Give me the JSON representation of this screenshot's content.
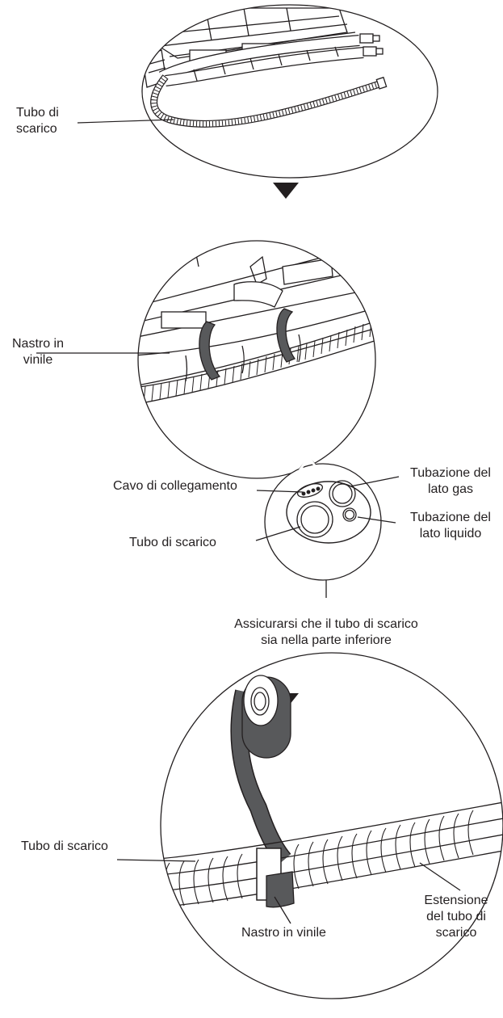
{
  "step1": {
    "drain_label_line1": "Tubo di",
    "drain_label_line2": "scarico"
  },
  "step2": {
    "tape_label_line1": "Nastro in",
    "tape_label_line2": "vinile",
    "section": {
      "cable_label": "Cavo di collegamento",
      "gas_label_line1": "Tubazione del",
      "gas_label_line2": "lato gas",
      "liquid_label_line1": "Tubazione del",
      "liquid_label_line2": "lato liquido",
      "drain_label": "Tubo di scarico",
      "note_line1": "Assicurarsi che il tubo di scarico",
      "note_line2": "sia nella parte inferiore"
    }
  },
  "step3": {
    "drain_label": "Tubo di scarico",
    "tape_label": "Nastro in vinile",
    "extension_label_line1": "Estensione",
    "extension_label_line2": "del tubo di",
    "extension_label_line3": "scarico"
  },
  "colors": {
    "line": "#231f20",
    "tape": "#58595b",
    "background": "#ffffff"
  },
  "icons": [
    "down-arrow-icon",
    "down-arrow-icon"
  ]
}
